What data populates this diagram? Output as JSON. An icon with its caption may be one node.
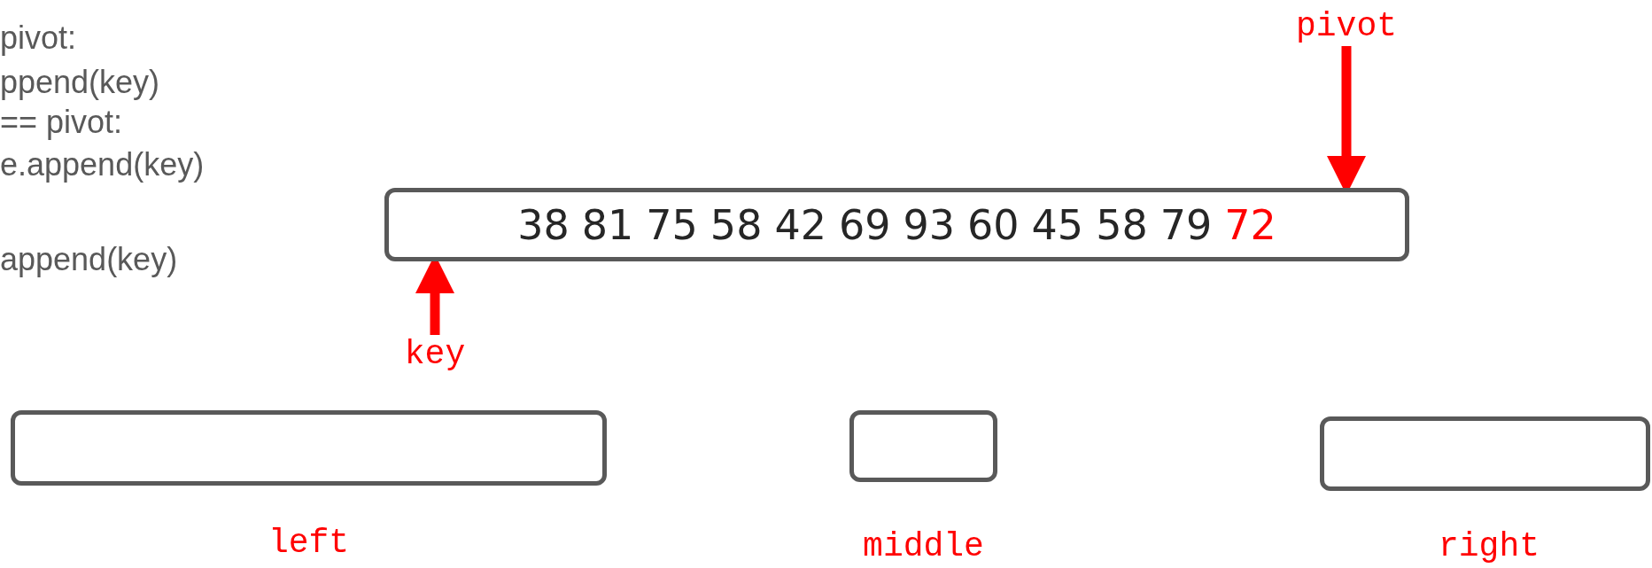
{
  "diagram": {
    "nodes": [
      {
        "text": [
          "pivot"
        ]
      },
      {
        "text": [
          "38",
          "81",
          "75",
          "58",
          "42",
          "69",
          "93",
          "60",
          "45",
          "58",
          "79",
          "72"
        ]
      },
      {
        "text": [
          "key"
        ]
      },
      {
        "text": [],
        "shape": "box",
        "beside": [
          "left"
        ]
      },
      {
        "text": [],
        "shape": "box",
        "beside": [
          "middle"
        ]
      },
      {
        "text": [],
        "shape": "box",
        "beside": [
          "right"
        ]
      }
    ],
    "edges": [
      {
        "from": 0,
        "to": 1,
        "arrow": "to",
        "color": "#ff0000"
      },
      {
        "from": 2,
        "to": 1,
        "arrow": "to",
        "color": "#ff0000"
      }
    ],
    "labels": [
      "pivot:",
      "ppend(key)",
      "== pivot:",
      "e.append(key)",
      "append(key)"
    ]
  }
}
